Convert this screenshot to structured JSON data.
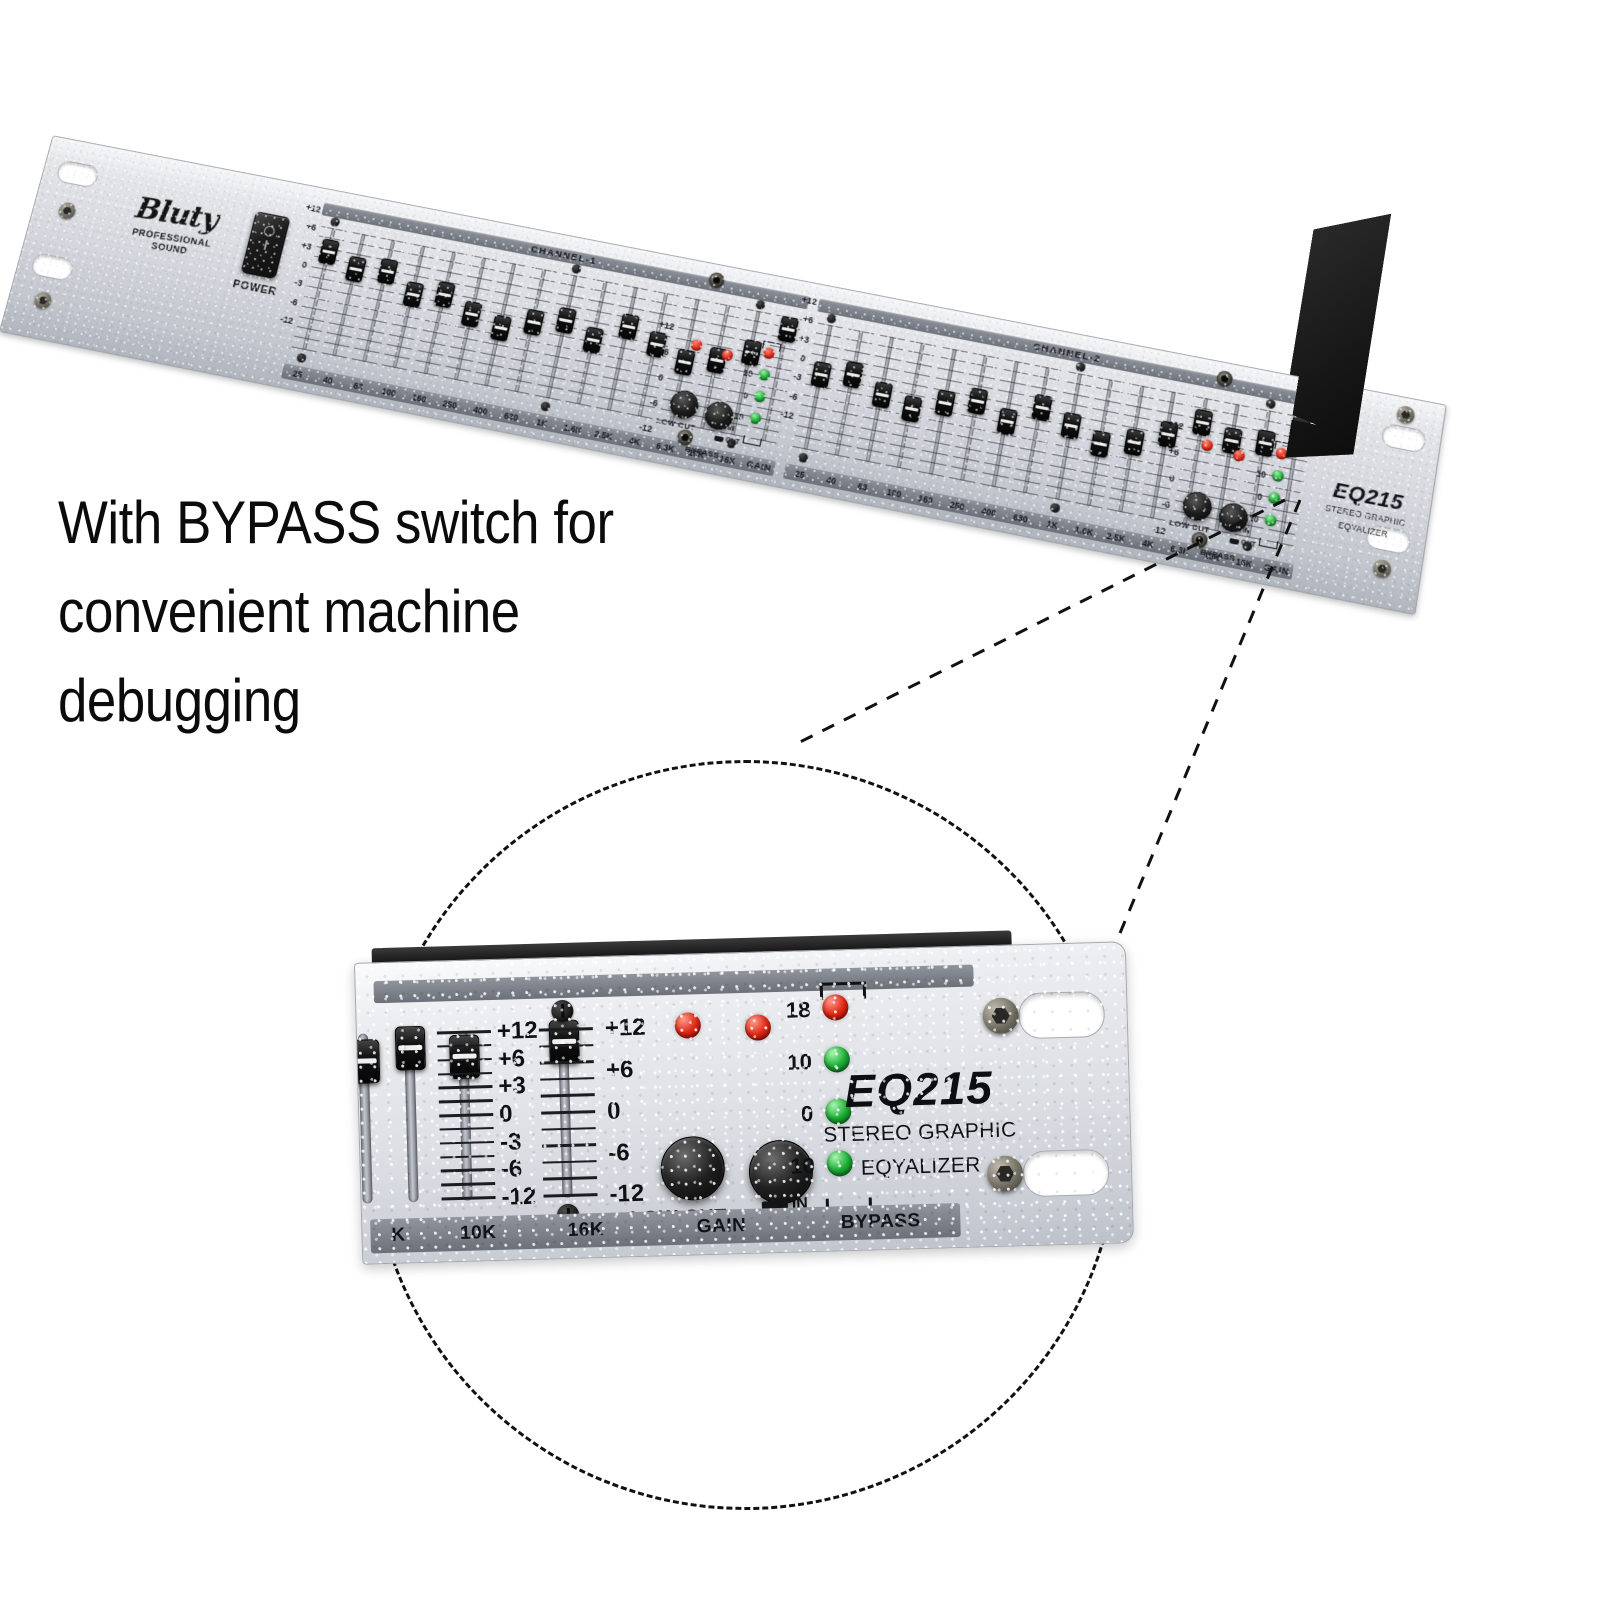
{
  "caption": {
    "text": "With BYPASS switch for\nconvenient machine\ndebugging"
  },
  "product": {
    "brand": "Bluty",
    "brand_tagline": "PROFESSIONAL SOUND",
    "model": "EQ215",
    "model_line1": "STEREO GRAPHIC",
    "model_line2": "EQYALIZER",
    "power_label": "POWER",
    "power_glyph_off": "○",
    "power_glyph_on": "I"
  },
  "channels": [
    {
      "name": "CHANNEL-1"
    },
    {
      "name": "CHANNEL-2"
    }
  ],
  "frequencies": [
    "25",
    "40",
    "63",
    "100",
    "160",
    "250",
    "400",
    "630",
    "1K",
    "1.6K",
    "2.5K",
    "4K",
    "6.3K",
    "10K",
    "16K"
  ],
  "gain_label": "GAIN",
  "band_scale": [
    "+12",
    "+6",
    "+3",
    "0",
    "-3",
    "-6",
    "-12"
  ],
  "gain_scale": [
    "+12",
    "+6",
    "0",
    "-6",
    "-12"
  ],
  "controls": {
    "low_cut_label": "LOW CUT",
    "bypass_label": "BYPASS",
    "switch_in": "IN",
    "switch_out": "OUT"
  },
  "led_meter": {
    "numbers": [
      "18",
      "10",
      "0",
      "10"
    ],
    "colors": [
      "#e22614",
      "#19a832",
      "#19a832",
      "#19a832"
    ],
    "clip_leds": 2
  },
  "colors": {
    "faceplate": "#d6d9de",
    "label_strip": "#7d828b",
    "shell": "#1b1b1b",
    "led_red": "#e22614",
    "led_green": "#19a832",
    "text": "#14161a"
  },
  "detail_view": {
    "visible_frequencies": [
      "K",
      "10K",
      "16K"
    ],
    "gain_label": "GAIN",
    "bypass_label": "BYPASS"
  }
}
